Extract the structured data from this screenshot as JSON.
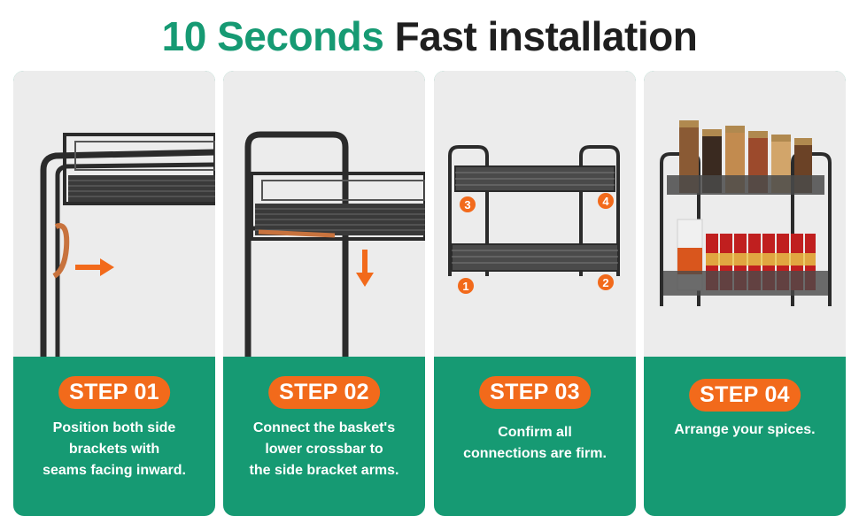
{
  "title": {
    "highlight": "10 Seconds",
    "rest": "Fast installation"
  },
  "colors": {
    "accent": "#169a73",
    "badge": "#f26a1b",
    "photo_bg": "#ececec",
    "metal": "#2b2b2b",
    "leather": "#c8733e"
  },
  "steps": [
    {
      "label": "STEP 01",
      "lines": [
        "Position both side",
        "brackets with",
        "seams facing inward."
      ],
      "icon": "arrow-right-icon"
    },
    {
      "label": "STEP 02",
      "lines": [
        "Connect the basket's",
        "lower crossbar to",
        "the side bracket arms."
      ],
      "icon": "arrow-down-icon"
    },
    {
      "label": "STEP 03",
      "lines": [
        "Confirm all",
        "connections are firm."
      ],
      "markers": [
        "1",
        "2",
        "3",
        "4"
      ]
    },
    {
      "label": "STEP 04",
      "lines": [
        "Arrange your spices."
      ]
    }
  ]
}
